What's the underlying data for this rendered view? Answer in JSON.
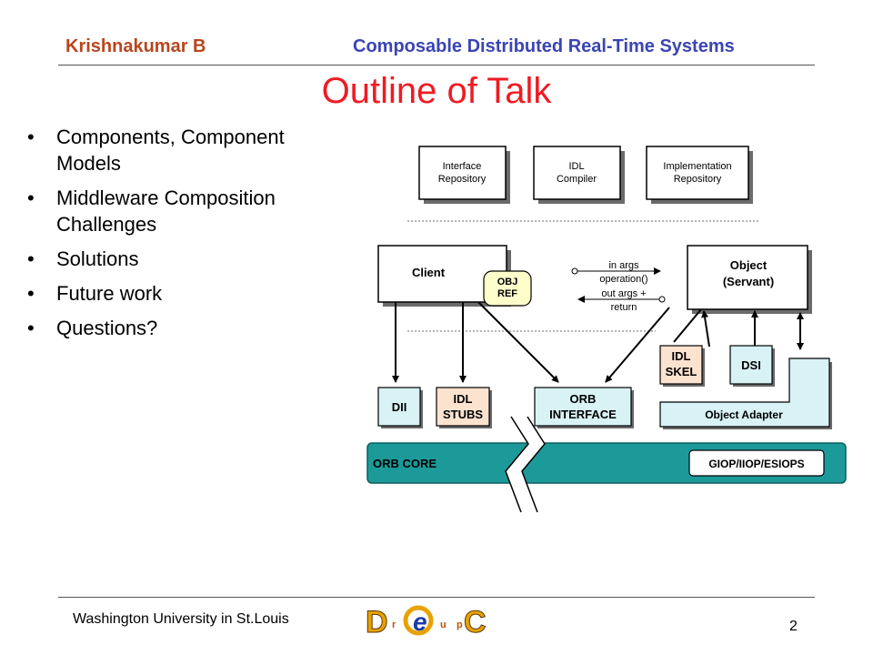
{
  "header": {
    "author": "Krishnakumar B",
    "course": "Composable Distributed Real-Time Systems"
  },
  "slide": {
    "title": "Outline of Talk",
    "bullet_char": "•",
    "bullets": [
      [
        "Components, Component",
        "Models"
      ],
      [
        "Middleware Composition",
        "Challenges"
      ],
      [
        "Solutions"
      ],
      [
        "Future work"
      ],
      [
        "Questions?"
      ]
    ]
  },
  "diagram": {
    "boxes": {
      "interface_repo": [
        "Interface",
        "Repository"
      ],
      "idl_compiler": [
        "IDL",
        "Compiler"
      ],
      "impl_repo": [
        "Implementation",
        "Repository"
      ],
      "client": "Client",
      "obj_ref": [
        "OBJ",
        "REF"
      ],
      "object": [
        "Object",
        "(Servant)"
      ],
      "in_args": [
        "in args",
        "operation()"
      ],
      "out_args": [
        "out args +",
        "return"
      ],
      "idl_skel": [
        "IDL",
        "SKEL"
      ],
      "dsi": "DSI",
      "dii": "DII",
      "idl_stubs": [
        "IDL",
        "STUBS"
      ],
      "orb_interface": [
        "ORB",
        "INTERFACE"
      ],
      "object_adapter": "Object Adapter",
      "orb_core": "ORB CORE",
      "giop": "GIOP/IIOP/ESIOPS"
    },
    "colors": {
      "light_cyan": "#d8f2f6",
      "peach": "#fbe3d0",
      "yellow": "#ffffcc",
      "teal": "#1c9a9a",
      "shadow": "#6b6b6b"
    }
  },
  "footer": {
    "institution": "Washington University in St.Louis",
    "page_number": "2",
    "logo_letters": [
      "D",
      "r",
      "e",
      "u",
      "p",
      "C"
    ]
  }
}
